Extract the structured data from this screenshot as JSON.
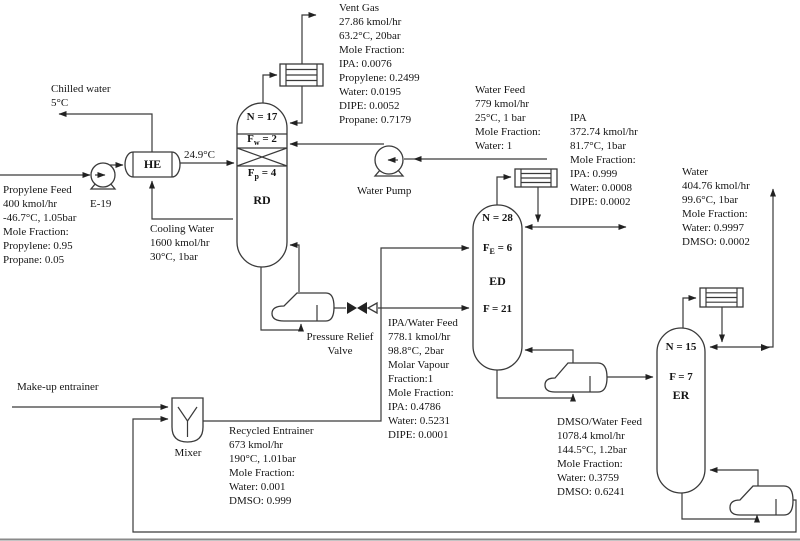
{
  "diagram": {
    "colors": {
      "line": "#3a3a3a",
      "text": "#151515",
      "arrow": "#222222"
    },
    "streams": {
      "propylene_feed": [
        "Propylene Feed",
        "400 kmol/hr",
        "-46.7°C, 1.05bar",
        "Mole Fraction:",
        "Propylene: 0.95",
        "Propane: 0.05"
      ],
      "chilled_water": [
        "Chilled water",
        "5°C"
      ],
      "cooling_water": [
        "Cooling Water",
        "1600 kmol/hr",
        "30°C, 1bar"
      ],
      "he_outlet_temp": "24.9°C",
      "vent_gas": [
        "Vent Gas",
        "27.86 kmol/hr",
        "63.2°C, 20bar",
        "Mole Fraction:",
        "IPA: 0.0076",
        "Propylene: 0.2499",
        "Water: 0.0195",
        "DIPE: 0.0052",
        "Propane: 0.7179"
      ],
      "water_feed": [
        "Water Feed",
        "779 kmol/hr",
        "25°C, 1 bar",
        "Mole Fraction:",
        "Water: 1"
      ],
      "ipa_product": [
        "IPA",
        "372.74 kmol/hr",
        "81.7°C, 1bar",
        "Mole Fraction:",
        "IPA: 0.999",
        "Water: 0.0008",
        "DIPE: 0.0002"
      ],
      "water_product": [
        "Water",
        "404.76 kmol/hr",
        "99.6°C, 1bar",
        "Mole Fraction:",
        "Water: 0.9997",
        "DMSO: 0.0002"
      ],
      "ipa_water_feed": [
        "IPA/Water Feed",
        "778.1 kmol/hr",
        "98.8°C, 2bar",
        "Molar Vapour",
        "Fraction:1",
        "Mole Fraction:",
        "IPA: 0.4786",
        "Water: 0.5231",
        "DIPE: 0.0001"
      ],
      "dmso_water_feed": [
        "DMSO/Water Feed",
        "1078.4 kmol/hr",
        "144.5°C, 1.2bar",
        "Mole Fraction:",
        "Water: 0.3759",
        "DMSO: 0.6241"
      ],
      "recycled_entrainer": [
        "Recycled Entrainer",
        "673 kmol/hr",
        "190°C, 1.01bar",
        "Mole Fraction:",
        "Water: 0.001",
        "DMSO: 0.999"
      ],
      "make_up_entrainer": "Make-up entrainer"
    },
    "equipment": {
      "feed_pump_label": "E-19",
      "he_label": "HE",
      "water_pump_label": "Water Pump",
      "mixer_label": "Mixer",
      "prv_label": [
        "Pressure Relief",
        "Valve"
      ],
      "rd": {
        "n": "N = 17",
        "f1": "F",
        "f1sub": "w",
        "f1val": " = 2",
        "f2": "F",
        "f2sub": "p",
        "f2val": " = 4",
        "name": "RD"
      },
      "ed": {
        "n": "N = 28",
        "f1": "F",
        "f1sub": "E",
        "f1val": " = 6",
        "name": "ED",
        "f2": "F = 21"
      },
      "er": {
        "n": "N = 15",
        "f": "F = 7",
        "name": "ER"
      }
    }
  }
}
